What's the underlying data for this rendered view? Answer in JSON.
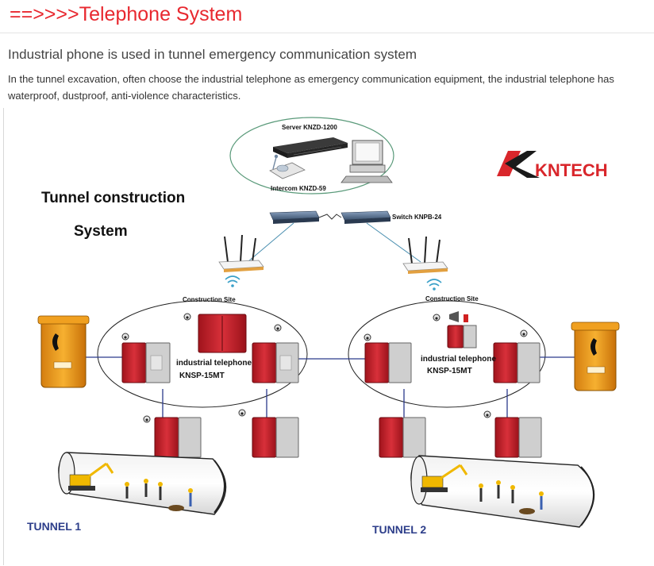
{
  "header": {
    "title": "==>>>>Telephone System",
    "subtitle": "Industrial phone is used in tunnel emergency communication system",
    "paragraph": "In the tunnel excavation, often choose the industrial telephone as emergency communication equipment, the industrial telephone has waterproof, dustproof, anti-violence characteristics."
  },
  "diagram": {
    "system_title_line1": "Tunnel construction",
    "system_title_line2": "System",
    "logo": "KNTECH",
    "server_label": "Server KNZD-1200",
    "intercom_label": "Intercom KNZD-59",
    "switch_label": "Switch KNPB-24",
    "site_left_label": "Construction Site",
    "site_right_label": "Construction Site",
    "phone_left_line1": "industrial telephone",
    "phone_left_line2": "KNSP-15MT",
    "phone_right_line1": "industrial telephone",
    "phone_right_line2": "KNSP-15MT",
    "tunnel_left": "TUNNEL 1",
    "tunnel_right": "TUNNEL 2",
    "colors": {
      "title_red": "#e8282f",
      "phone_red": "#c8202a",
      "phone_orange": "#f0a020",
      "link_blue": "#2b3a8c",
      "wifi_line": "#4a8fb0",
      "ellipse_green": "#5a9a7a",
      "logo_red": "#d9262b",
      "tunnel_label": "#2d3e8a"
    }
  }
}
